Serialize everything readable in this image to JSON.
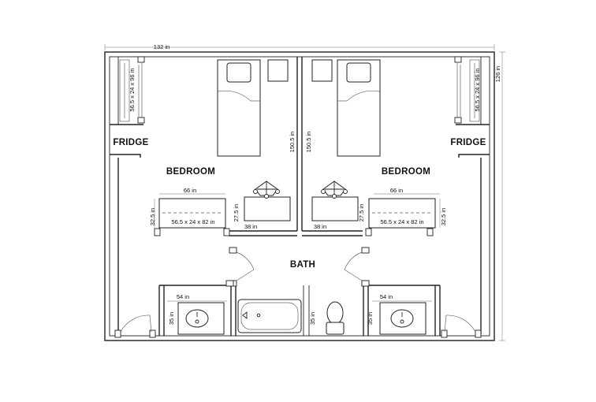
{
  "rooms": {
    "bedroom_left": "BEDROOM",
    "bedroom_right": "BEDROOM",
    "fridge_left": "FRIDGE",
    "fridge_right": "FRIDGE",
    "bath": "BATH"
  },
  "dimensions": {
    "overall_width": "132 in",
    "overall_depth": "126 in",
    "closet_left": "56.5 x 24 x 96 in",
    "closet_right": "56.5 x 24 x 96 in",
    "bed_length_left": "150.5 in",
    "bed_length_right": "150.5 in",
    "dresser_width_left": "66 in",
    "dresser_width_right": "66 in",
    "dresser_depth_left": "32.5 in",
    "dresser_depth_right": "32.5 in",
    "dresser_size_left": "56.5 x 24 x 82 in",
    "dresser_size_right": "56.5 x 24 x 82 in",
    "desk_depth_left": "27.5 in",
    "desk_depth_right": "27.5 in",
    "desk_width_left": "38 in",
    "desk_width_right": "38 in",
    "vanity_width_left": "54 in",
    "vanity_width_right": "54 in",
    "vanity_depth_left": "35 in",
    "vanity_depth_right": "35 in",
    "tub_depth": "35 in"
  },
  "colors": {
    "wall": "#222222",
    "background": "#ffffff"
  }
}
